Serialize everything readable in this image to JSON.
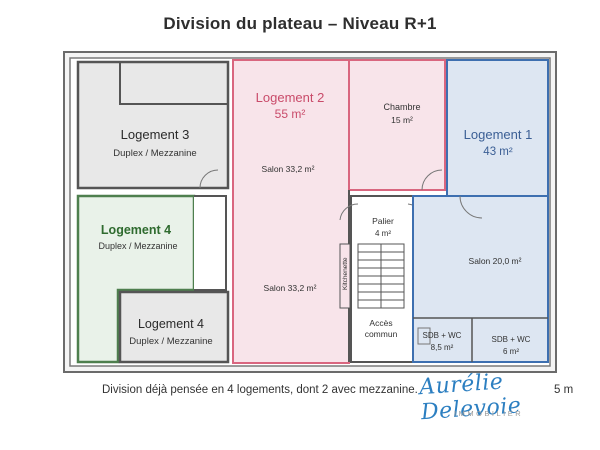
{
  "title": "Division du plateau – Niveau R+1",
  "rooms": {
    "logement3": {
      "name": "Logement 3",
      "desc": "Duplex / Mezzanine"
    },
    "logement4a": {
      "name": "Logement 4",
      "desc": "Duplex / Mezzanine"
    },
    "logement4b": {
      "name": "Logement 4",
      "desc": "Duplex / Mezzanine"
    },
    "logement2": {
      "name": "Logement 2",
      "area": "55 m²"
    },
    "salon_top": "Salon 33,2 m²",
    "salon_bottom": "Salon 33,2 m²",
    "chambre": {
      "name": "Chambre",
      "area": "15 m²"
    },
    "logement1": {
      "name": "Logement 1",
      "area": "43 m²"
    },
    "palier": {
      "name": "Palier",
      "area": "4 m²"
    },
    "kitchenette": "Kitchenette",
    "acces": {
      "line1": "Accès",
      "line2": "commun"
    },
    "salon20": "Salon 20,0 m²",
    "sdb_left": {
      "name": "SDB + WC",
      "area": "8,5 m²"
    },
    "sdb_right": {
      "name": "SDB + WC",
      "area": "6 m²"
    }
  },
  "caption": "Division déjà pensée en 4 logements, dont 2 avec mezzanine.",
  "caption_tail": "5 m",
  "logo": {
    "name": "Aurélie Delevoie",
    "sub": "IMMOBILIER"
  },
  "colors": {
    "grey": "#e8e8e8",
    "green": "#e9f2e9",
    "pink": "#f8e4ea",
    "pink_border": "#d9667f",
    "blue": "#dde6f2",
    "blue_border": "#3d6fb0",
    "white": "#ffffff",
    "wall": "#555555",
    "logement2_text": "#c94b6a",
    "logement1_text": "#3b5f95",
    "logement4_text": "#2f6b2f"
  }
}
